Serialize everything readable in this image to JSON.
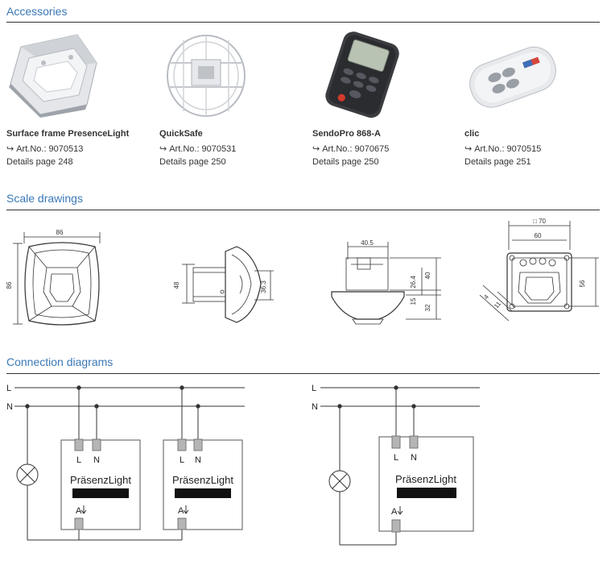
{
  "sections": {
    "accessories": "Accessories",
    "scale_drawings": "Scale drawings",
    "connection_diagrams": "Connection diagrams"
  },
  "products": [
    {
      "name": "Surface frame PresenceLight",
      "art_arrow": "↪",
      "art": "Art.No.: 9070513",
      "details": "Details page 248"
    },
    {
      "name": "QuickSafe",
      "art_arrow": "↪",
      "art": "Art.No.: 9070531",
      "details": "Details page 250"
    },
    {
      "name": "SendoPro 868-A",
      "art_arrow": "↪",
      "art": "Art.No.: 9070675",
      "details": "Details page 250"
    },
    {
      "name": "clic",
      "art_arrow": "↪",
      "art": "Art.No.: 9070515",
      "details": "Details page 251"
    }
  ],
  "drawings": {
    "d1_width": "86",
    "d1_height": "86",
    "d2_left": "48",
    "d2_right": "36.3",
    "d3_top": "40.5",
    "d3_r1": "40",
    "d3_r2": "26.4",
    "d3_r3": "15",
    "d3_r4": "32",
    "d4_top1": "□ 70",
    "d4_top2": "60",
    "d4_right": "56",
    "d4_left1": "4",
    "d4_left2": "11"
  },
  "diagrams": {
    "line_L": "L",
    "line_N": "N",
    "device_label": "PräsenzLight",
    "term_L": "L",
    "term_N": "N",
    "term_A": "A"
  }
}
